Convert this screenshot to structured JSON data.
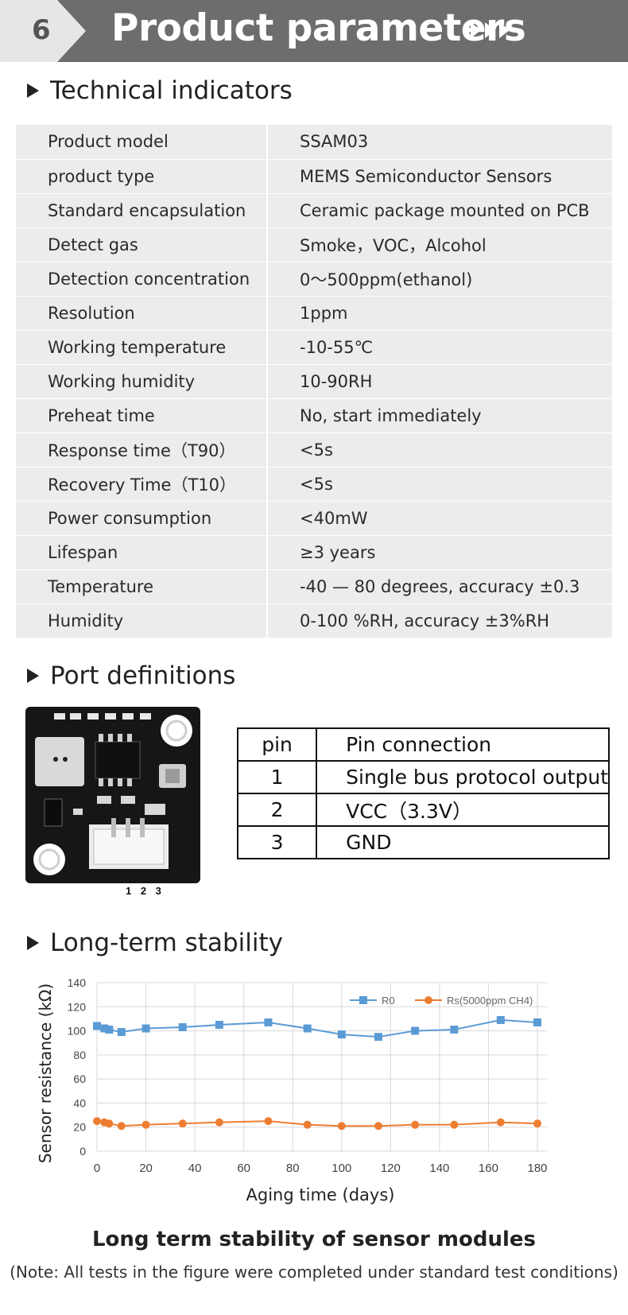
{
  "header": {
    "number": "6",
    "title": "Product parameters",
    "icon": "triple-chevron-right-icon"
  },
  "sections": {
    "technical": "Technical indicators",
    "ports": "Port definitions",
    "stability": "Long-term stability"
  },
  "specs": [
    {
      "key": "Product model",
      "value": "SSAM03"
    },
    {
      "key": "product type",
      "value": "MEMS Semiconductor Sensors"
    },
    {
      "key": "Standard encapsulation",
      "value": "Ceramic package mounted on PCB"
    },
    {
      "key": "Detect gas",
      "value": "Smoke，VOC，Alcohol"
    },
    {
      "key": "Detection concentration",
      "value": "0～500ppm(ethanol)"
    },
    {
      "key": "Resolution",
      "value": "1ppm"
    },
    {
      "key": "Working temperature",
      "value": "-10-55℃"
    },
    {
      "key": "Working humidity",
      "value": "10-90RH"
    },
    {
      "key": "Preheat time",
      "value": "No, start immediately"
    },
    {
      "key": "Response time（T90）",
      "value": "<5s"
    },
    {
      "key": "Recovery Time（T10）",
      "value": "<5s"
    },
    {
      "key": "Power consumption",
      "value": "<40mW"
    },
    {
      "key": "Lifespan",
      "value": "≥3 years"
    },
    {
      "key": "Temperature",
      "value": "-40 — 80 degrees, accuracy ±0.3"
    },
    {
      "key": "Humidity",
      "value": "0-100 %RH, accuracy ±3%RH"
    }
  ],
  "board": {
    "pin_labels": "1 2 3"
  },
  "pins": {
    "header": {
      "pin": "pin",
      "connection": "Pin connection"
    },
    "rows": [
      {
        "pin": "1",
        "connection": "Single bus protocol output"
      },
      {
        "pin": "2",
        "connection": "VCC（3.3V）"
      },
      {
        "pin": "3",
        "connection": "GND"
      }
    ]
  },
  "chart_data": {
    "type": "line",
    "xlabel": "Aging time (days)",
    "ylabel": "Sensor resistance (kΩ)",
    "xlim": [
      0,
      180
    ],
    "ylim": [
      0,
      140
    ],
    "xticks": [
      0,
      20,
      40,
      60,
      80,
      100,
      120,
      140,
      160,
      180
    ],
    "yticks": [
      0,
      20,
      40,
      60,
      80,
      100,
      120,
      140
    ],
    "grid": true,
    "legend_position": "top-right",
    "series": [
      {
        "name": "R0",
        "color": "#5b9bd5",
        "marker": "square",
        "x": [
          0,
          3,
          5,
          10,
          20,
          35,
          50,
          70,
          86,
          100,
          115,
          130,
          146,
          165,
          180
        ],
        "y": [
          104,
          102,
          101,
          99,
          102,
          103,
          105,
          107,
          102,
          97,
          95,
          100,
          101,
          109,
          107
        ]
      },
      {
        "name": "Rs(5000ppm CH4)",
        "color": "#ed7d31",
        "marker": "circle",
        "x": [
          0,
          3,
          5,
          10,
          20,
          35,
          50,
          70,
          86,
          100,
          115,
          130,
          146,
          165,
          180
        ],
        "y": [
          25,
          24,
          23,
          21,
          22,
          23,
          24,
          25,
          22,
          21,
          21,
          22,
          22,
          24,
          23
        ]
      }
    ]
  },
  "caption": "Long term stability of sensor modules",
  "note": "(Note: All tests in the figure were completed under standard test conditions)"
}
